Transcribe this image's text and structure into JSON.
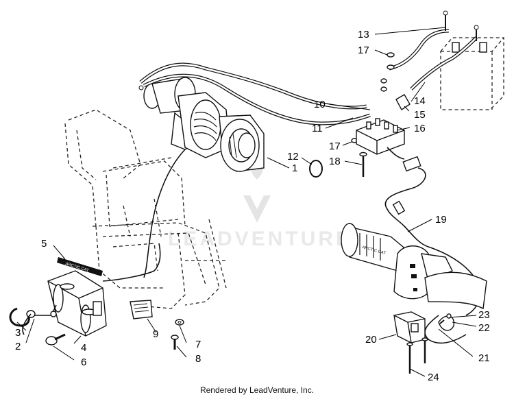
{
  "diagram": {
    "callouts": [
      {
        "id": "1",
        "text": "1"
      },
      {
        "id": "2",
        "text": "2"
      },
      {
        "id": "3",
        "text": "3"
      },
      {
        "id": "4",
        "text": "4"
      },
      {
        "id": "5",
        "text": "5"
      },
      {
        "id": "6",
        "text": "6"
      },
      {
        "id": "7",
        "text": "7"
      },
      {
        "id": "8",
        "text": "8"
      },
      {
        "id": "9",
        "text": "9"
      },
      {
        "id": "10",
        "text": "10"
      },
      {
        "id": "11",
        "text": "11"
      },
      {
        "id": "12",
        "text": "12"
      },
      {
        "id": "13",
        "text": "13"
      },
      {
        "id": "14",
        "text": "14"
      },
      {
        "id": "15",
        "text": "15"
      },
      {
        "id": "16",
        "text": "16"
      },
      {
        "id": "17a",
        "text": "17"
      },
      {
        "id": "17b",
        "text": "17"
      },
      {
        "id": "18",
        "text": "18"
      },
      {
        "id": "19",
        "text": "19"
      },
      {
        "id": "20",
        "text": "20"
      },
      {
        "id": "21",
        "text": "21"
      },
      {
        "id": "22",
        "text": "22"
      },
      {
        "id": "23",
        "text": "23"
      },
      {
        "id": "24",
        "text": "24"
      }
    ],
    "watermark": "LEADVENTURE",
    "decal_text": "ARCTIC CAT",
    "grip_text": "ARCTIC CAT"
  },
  "footer": {
    "text": "Rendered by LeadVenture, Inc."
  }
}
